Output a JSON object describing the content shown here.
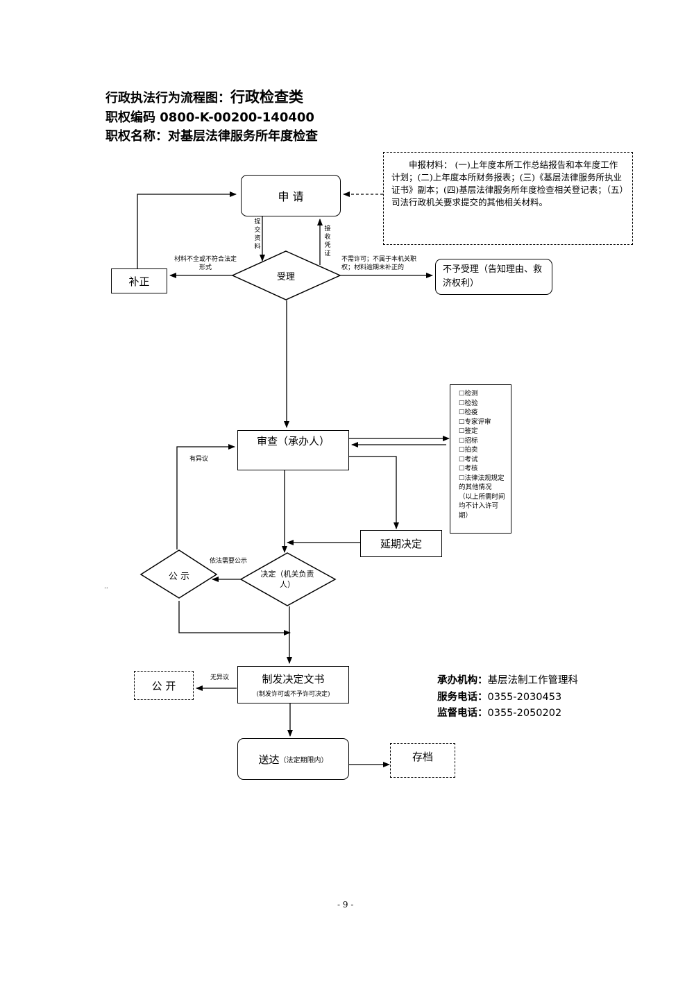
{
  "header": {
    "line1_prefix": "行政执法行为流程图：",
    "line1_big": "行政检查类",
    "line2": "职权编码  0800-K-00200-140400",
    "line3": "职权名称：对基层法律服务所年度检查"
  },
  "materials_note": "申报材料：    (一)上年度本所工作总结报告和本年度工作计划；(二)上年度本所财务报表；(三)《基层法律服务所执业证书》副本；(四)基层法律服务所年度检查相关登记表；（五）司法行政机关要求提交的其他相关材料。",
  "nodes": {
    "apply": "申  请",
    "accept": "受理",
    "correct": "补正",
    "reject": "不予受理（告知理由、救济权利）",
    "review": "审查（承办人）",
    "extension": "延期决定",
    "decision": "决定（机关负责人）",
    "publicity": "公  示",
    "issue_main": "制发决定文书",
    "issue_sub": "(制发许可或不予许可决定)",
    "open": "公  开",
    "deliver_main": "送达",
    "deliver_sub": "（法定期限内）",
    "archive": "存档"
  },
  "edge_labels": {
    "submit": "提交资料",
    "receipt": "接收凭证",
    "incomplete": "材料不全或不符合法定形式",
    "no_permit": "不需许可；不属于本机关职权；材料逾期未补正的",
    "objection": "有异议",
    "need_public": "依法需要公示",
    "no_objection": "无异议"
  },
  "special_procedures": [
    "☐检测",
    "☐检验",
    "☐检疫",
    "☐专家评审",
    "☐鉴定",
    "☐招标",
    "☐拍卖",
    "☐考试",
    "☐考核",
    "☐法律法规规定的其他情况",
    "（以上所需时间均不计入许可期）"
  ],
  "contact": {
    "org_label": "承办机构：",
    "org_value": "基层法制工作管理科",
    "phone_label": "服务电话：",
    "phone_value": "0355-2030453",
    "supervise_label": "监督电话：",
    "supervise_value": "0355-2050202"
  },
  "stray_mark": "..",
  "page_number": "- 9 -"
}
